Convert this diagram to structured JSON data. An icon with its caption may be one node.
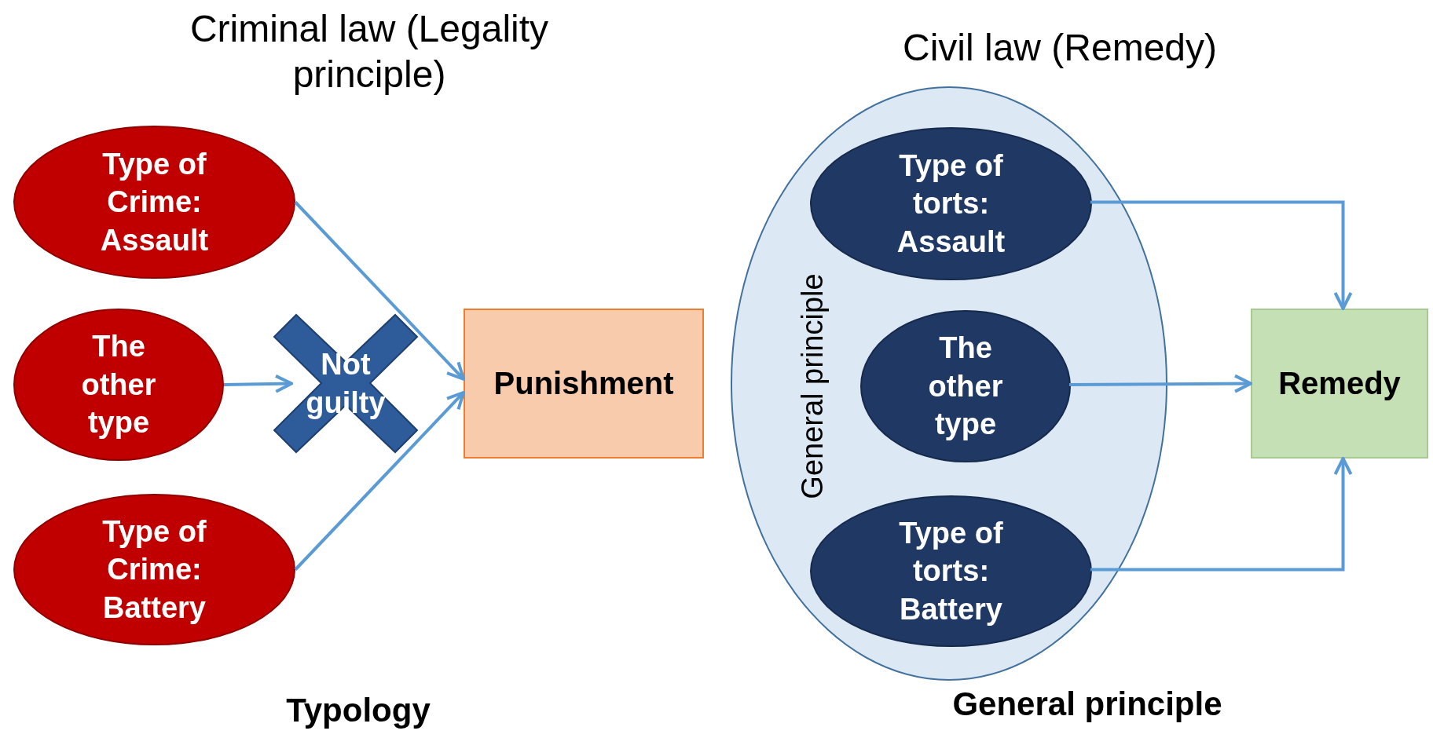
{
  "diagram": {
    "nodes": [
      {
        "text": [
          "Type of Crime: Assault"
        ]
      },
      {
        "text": [
          "The other type"
        ]
      },
      {
        "text": [
          "Type of Crime: Battery"
        ]
      },
      {
        "text": [
          "Not guilty"
        ]
      },
      {
        "text": [
          "Punishment"
        ]
      },
      {
        "text": [
          "General principle"
        ]
      },
      {
        "text": [
          "Type of torts: Assault"
        ],
        "in": 5
      },
      {
        "text": [
          "The other type"
        ],
        "in": 5
      },
      {
        "text": [
          "Type of torts: Battery"
        ],
        "in": 5
      },
      {
        "text": [
          "Remedy"
        ]
      }
    ],
    "edges": [
      {
        "from": 0,
        "to": 4,
        "arrow": "to"
      },
      {
        "from": 1,
        "to": 3,
        "arrow": "to"
      },
      {
        "from": 2,
        "to": 4,
        "arrow": "to"
      },
      {
        "from": 6,
        "to": 9,
        "arrow": "to"
      },
      {
        "from": 7,
        "to": 9,
        "arrow": "to"
      },
      {
        "from": 8,
        "to": 9,
        "arrow": "to"
      }
    ],
    "labels": [
      "Criminal law (Legality principle)",
      "Civil law (Remedy)",
      "Typology",
      "General principle"
    ]
  }
}
